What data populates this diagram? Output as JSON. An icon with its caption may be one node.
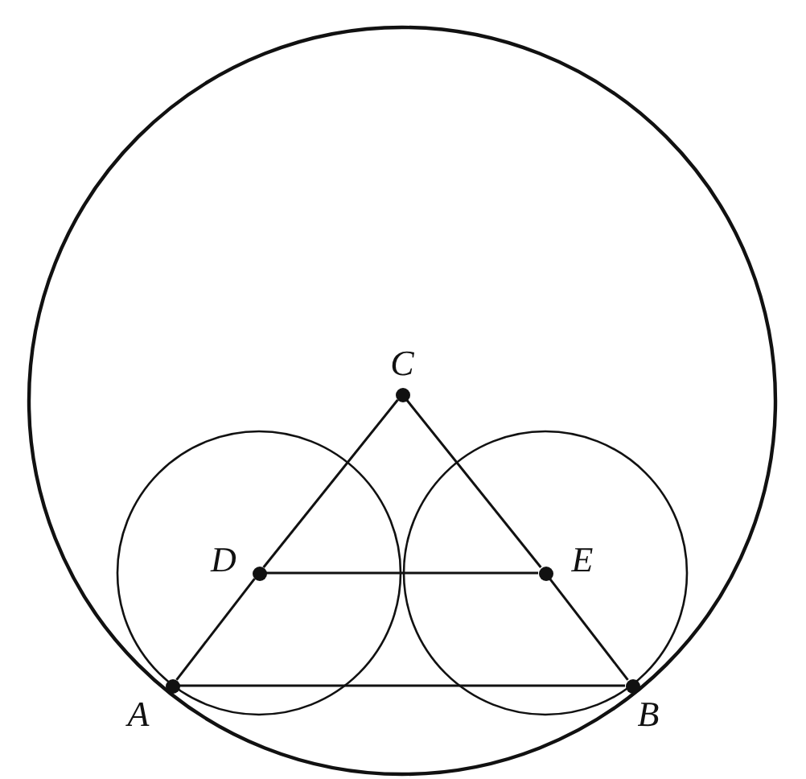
{
  "diagram": {
    "nodes": [
      {
        "text": [],
        "shape": "circle",
        "beside": [
          "C"
        ]
      },
      {
        "text": [],
        "shape": "circle",
        "beside": [
          "D"
        ]
      },
      {
        "text": [],
        "shape": "circle",
        "beside": [
          "E"
        ]
      },
      {
        "text": [],
        "shape": "circle",
        "beside": [
          "A"
        ]
      },
      {
        "text": [],
        "shape": "circle",
        "beside": [
          "B"
        ]
      }
    ],
    "edges": [
      {
        "from": 3,
        "to": 1,
        "arrow": "none"
      },
      {
        "from": 1,
        "to": 0,
        "arrow": "none"
      },
      {
        "from": 0,
        "to": 2,
        "arrow": "none"
      },
      {
        "from": 2,
        "to": 4,
        "arrow": "none"
      },
      {
        "from": 3,
        "to": 4,
        "arrow": "none"
      },
      {
        "from": 1,
        "to": 2,
        "arrow": "none"
      }
    ]
  }
}
